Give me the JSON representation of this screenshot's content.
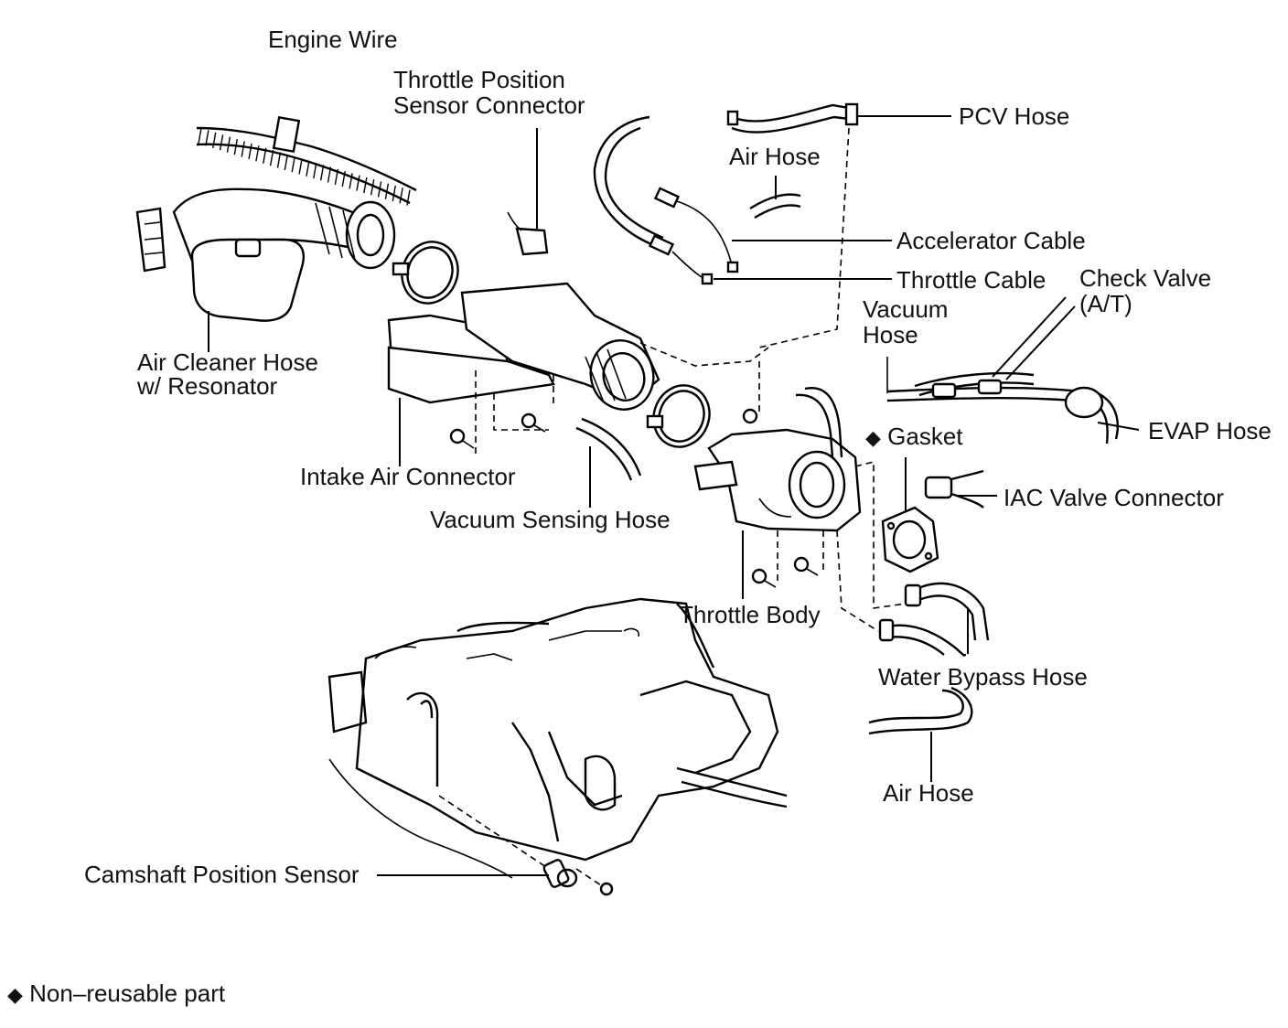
{
  "labels": {
    "engine_wire": "Engine Wire",
    "tps_connector_1": "Throttle Position",
    "tps_connector_2": "Sensor Connector",
    "pcv_hose": "PCV Hose",
    "air_hose_top": "Air Hose",
    "accelerator_cable": "Accelerator Cable",
    "throttle_cable": "Throttle Cable",
    "check_valve_1": "Check Valve",
    "check_valve_2": "(A/T)",
    "vacuum_hose_1": "Vacuum",
    "vacuum_hose_2": "Hose",
    "air_cleaner_hose_1": "Air Cleaner Hose",
    "air_cleaner_hose_2": "w/ Resonator",
    "gasket": "Gasket",
    "evap_hose": "EVAP Hose",
    "intake_air_connector": "Intake Air Connector",
    "iac_valve_connector": "IAC Valve Connector",
    "vacuum_sensing_hose": "Vacuum Sensing Hose",
    "throttle_body": "Throttle Body",
    "water_bypass_hose": "Water Bypass Hose",
    "air_hose_bottom": "Air Hose",
    "camshaft_position_sensor": "Camshaft Position Sensor"
  },
  "legend": {
    "symbol": "◆",
    "text": "Non–reusable part"
  }
}
